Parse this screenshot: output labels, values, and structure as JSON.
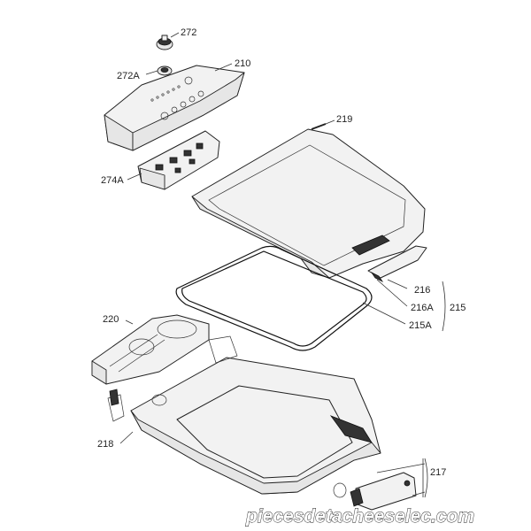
{
  "labels": {
    "l272": "272",
    "l272a": "272A",
    "l210": "210",
    "l219": "219",
    "l274a": "274A",
    "l220": "220",
    "l216": "216",
    "l216a": "216A",
    "l215": "215",
    "l215a": "215A",
    "l218": "218",
    "l217": "217"
  },
  "watermark": "piecesdetacheeselec.com",
  "colors": {
    "line": "#222222",
    "fill": "#f2f2f2",
    "background": "#ffffff"
  }
}
